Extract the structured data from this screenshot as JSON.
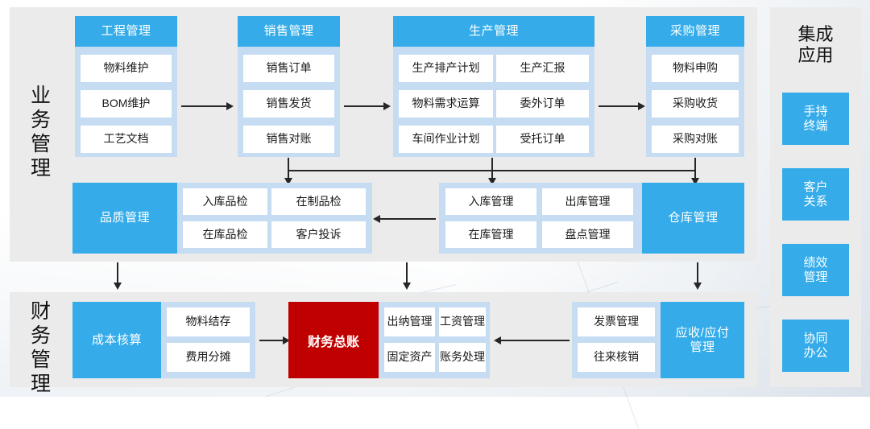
{
  "diagram": {
    "title_business": "业务管理",
    "title_finance": "财务管理",
    "rail_title": "集成\n应用"
  },
  "business": {
    "label": "业务管理",
    "groups": [
      {
        "id": "engineering",
        "header": "工程管理",
        "chips": [
          "物料维护",
          "BOM维护",
          "工艺文档"
        ]
      },
      {
        "id": "sales",
        "header": "销售管理",
        "chips": [
          "销售订单",
          "销售发货",
          "销售对账"
        ]
      },
      {
        "id": "production",
        "header": "生产管理",
        "chips": [
          "生产排产计划",
          "生产汇报",
          "物料需求运算",
          "委外订单",
          "车间作业计划",
          "受托订单"
        ]
      },
      {
        "id": "purchasing",
        "header": "采购管理",
        "chips": [
          "物料申购",
          "采购收货",
          "采购对账"
        ]
      }
    ],
    "quality": {
      "id": "quality",
      "header": "品质管理",
      "chips": [
        "入库品检",
        "在制品检",
        "在库品检",
        "客户投诉"
      ]
    },
    "warehouse": {
      "id": "warehouse",
      "header": "仓库管理",
      "chips": [
        "入库管理",
        "出库管理",
        "在库管理",
        "盘点管理"
      ]
    }
  },
  "finance": {
    "label": "财务管理",
    "cost": {
      "id": "cost-accounting",
      "header": "成本核算",
      "chips": [
        "物料结存",
        "费用分摊"
      ]
    },
    "ledger": {
      "id": "general-ledger",
      "label": "财务总账"
    },
    "treasury": {
      "id": "treasury",
      "chips": [
        "出纳管理",
        "工资管理",
        "固定资产",
        "账务处理"
      ]
    },
    "ar_ap": {
      "id": "ar-ap",
      "header": "应收/应付\n管理",
      "chips": [
        "发票管理",
        "往来核销"
      ]
    }
  },
  "rail": {
    "title": "集成\n应用",
    "buttons": [
      {
        "id": "handheld",
        "label": "手持\n终端"
      },
      {
        "id": "crm",
        "label": "客户\n关系"
      },
      {
        "id": "performance",
        "label": "绩效\n管理"
      },
      {
        "id": "collaboration",
        "label": "协同\n办公"
      }
    ]
  },
  "colors": {
    "accent_blue": "#35ace9",
    "group_bg": "#c5dcf2",
    "panel_bg": "#ebebeb",
    "red": "#c00000",
    "chip_bg": "#ffffff",
    "arrow": "#262626"
  }
}
